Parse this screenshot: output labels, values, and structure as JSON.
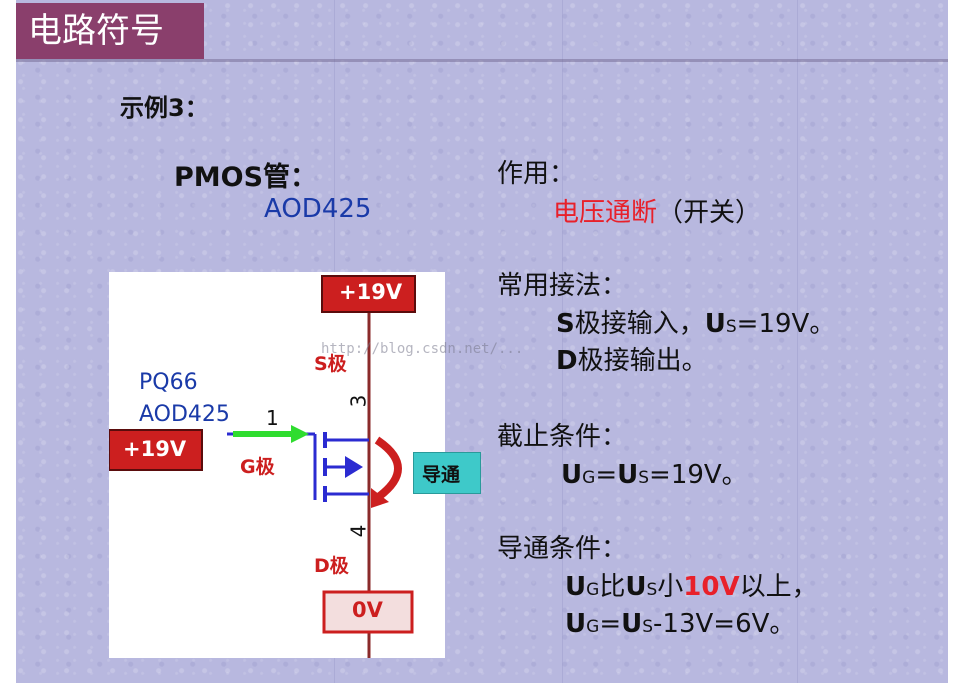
{
  "title": "电路符号",
  "example_label": "示例3：",
  "left": {
    "device_type": "PMOS管：",
    "part_number": "AOD425"
  },
  "circuit": {
    "top_supply": "+19V",
    "input_supply": "+19V",
    "ground": "0V",
    "s_label": "S极",
    "g_label": "G极",
    "d_label": "D极",
    "ref_designator": "PQ66",
    "part_name": "AOD425",
    "pin1": "1",
    "pin3": "3",
    "pin4": "4",
    "status_tag": "导通",
    "watermark": "http://blog.csdn.net/..."
  },
  "right": {
    "function_heading": "作用：",
    "function_value_red": "电压通断",
    "function_value_rest": "（开关）",
    "usage_heading": "常用接法：",
    "usage_line1": {
      "pin": "S",
      "text1": "极接输入，",
      "u": "U",
      "sub": "S",
      "text2": "=19V。"
    },
    "usage_line2": {
      "pin": "D",
      "text1": "极接输出。"
    },
    "cutoff_heading": "截止条件：",
    "cutoff_line": {
      "u1": "U",
      "sub1": "G",
      "eq": "=",
      "u2": "U",
      "sub2": "S",
      "rest": "=19V。"
    },
    "on_heading": "导通条件：",
    "on_line1": {
      "u1": "U",
      "sub1": "G",
      "mid": "比",
      "u2": "U",
      "sub2": "S",
      "small": "小",
      "value": "10V",
      "rest": "以上，"
    },
    "on_line2": {
      "u1": "U",
      "sub1": "G",
      "eq": "=",
      "u2": "U",
      "sub2": "S",
      "rest": "-13V=6V。"
    }
  },
  "colors": {
    "title_bg": "#8a3f6c",
    "slide_bg": "#b8b8df",
    "highlight_red": "#e8202a",
    "part_blue": "#1a3aa8",
    "supply_box": "#cc1f1f",
    "arrow_green": "#2fdc2f",
    "status_tag_bg": "#3ec9c9"
  }
}
